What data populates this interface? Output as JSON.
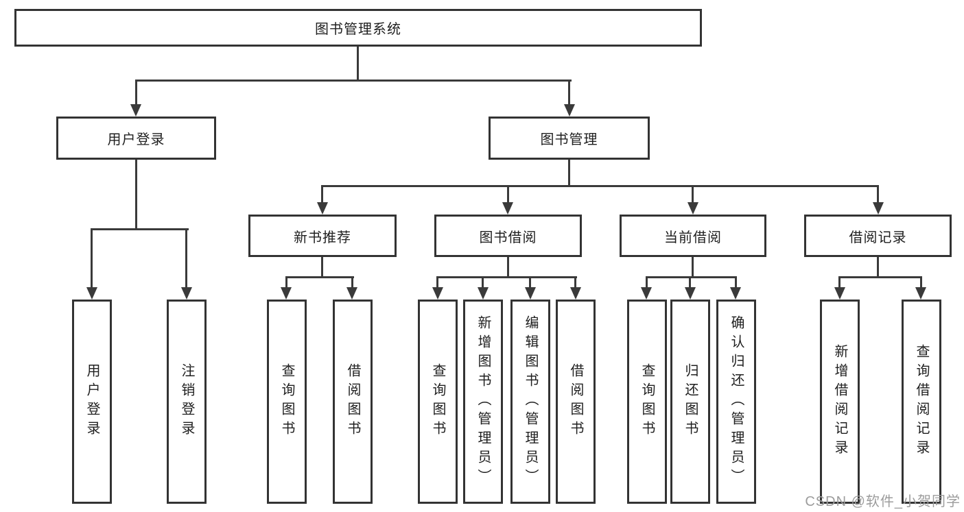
{
  "diagram": {
    "root": {
      "label": "图书管理系统"
    },
    "level2": [
      {
        "label": "用户登录"
      },
      {
        "label": "图书管理"
      }
    ],
    "level3": [
      {
        "label": "新书推荐"
      },
      {
        "label": "图书借阅"
      },
      {
        "label": "当前借阅"
      },
      {
        "label": "借阅记录"
      }
    ],
    "leaves": [
      {
        "label": "用户登录"
      },
      {
        "label": "注销登录"
      },
      {
        "label": "查询图书"
      },
      {
        "label": "借阅图书"
      },
      {
        "label": "查询图书"
      },
      {
        "label": "新增图书（管理员）"
      },
      {
        "label": "编辑图书（管理员）"
      },
      {
        "label": "借阅图书"
      },
      {
        "label": "查询图书"
      },
      {
        "label": "归还图书"
      },
      {
        "label": "确认归还（管理员）"
      },
      {
        "label": "新增借阅记录"
      },
      {
        "label": "查询借阅记录"
      }
    ]
  },
  "watermark": {
    "text": "CSDN @软件_小贺同学"
  },
  "colors": {
    "line": "#3a3a3a",
    "box_border": "#333333",
    "text": "#1f1f1f",
    "background": "#ffffff",
    "watermark": "#9c9c9c"
  }
}
